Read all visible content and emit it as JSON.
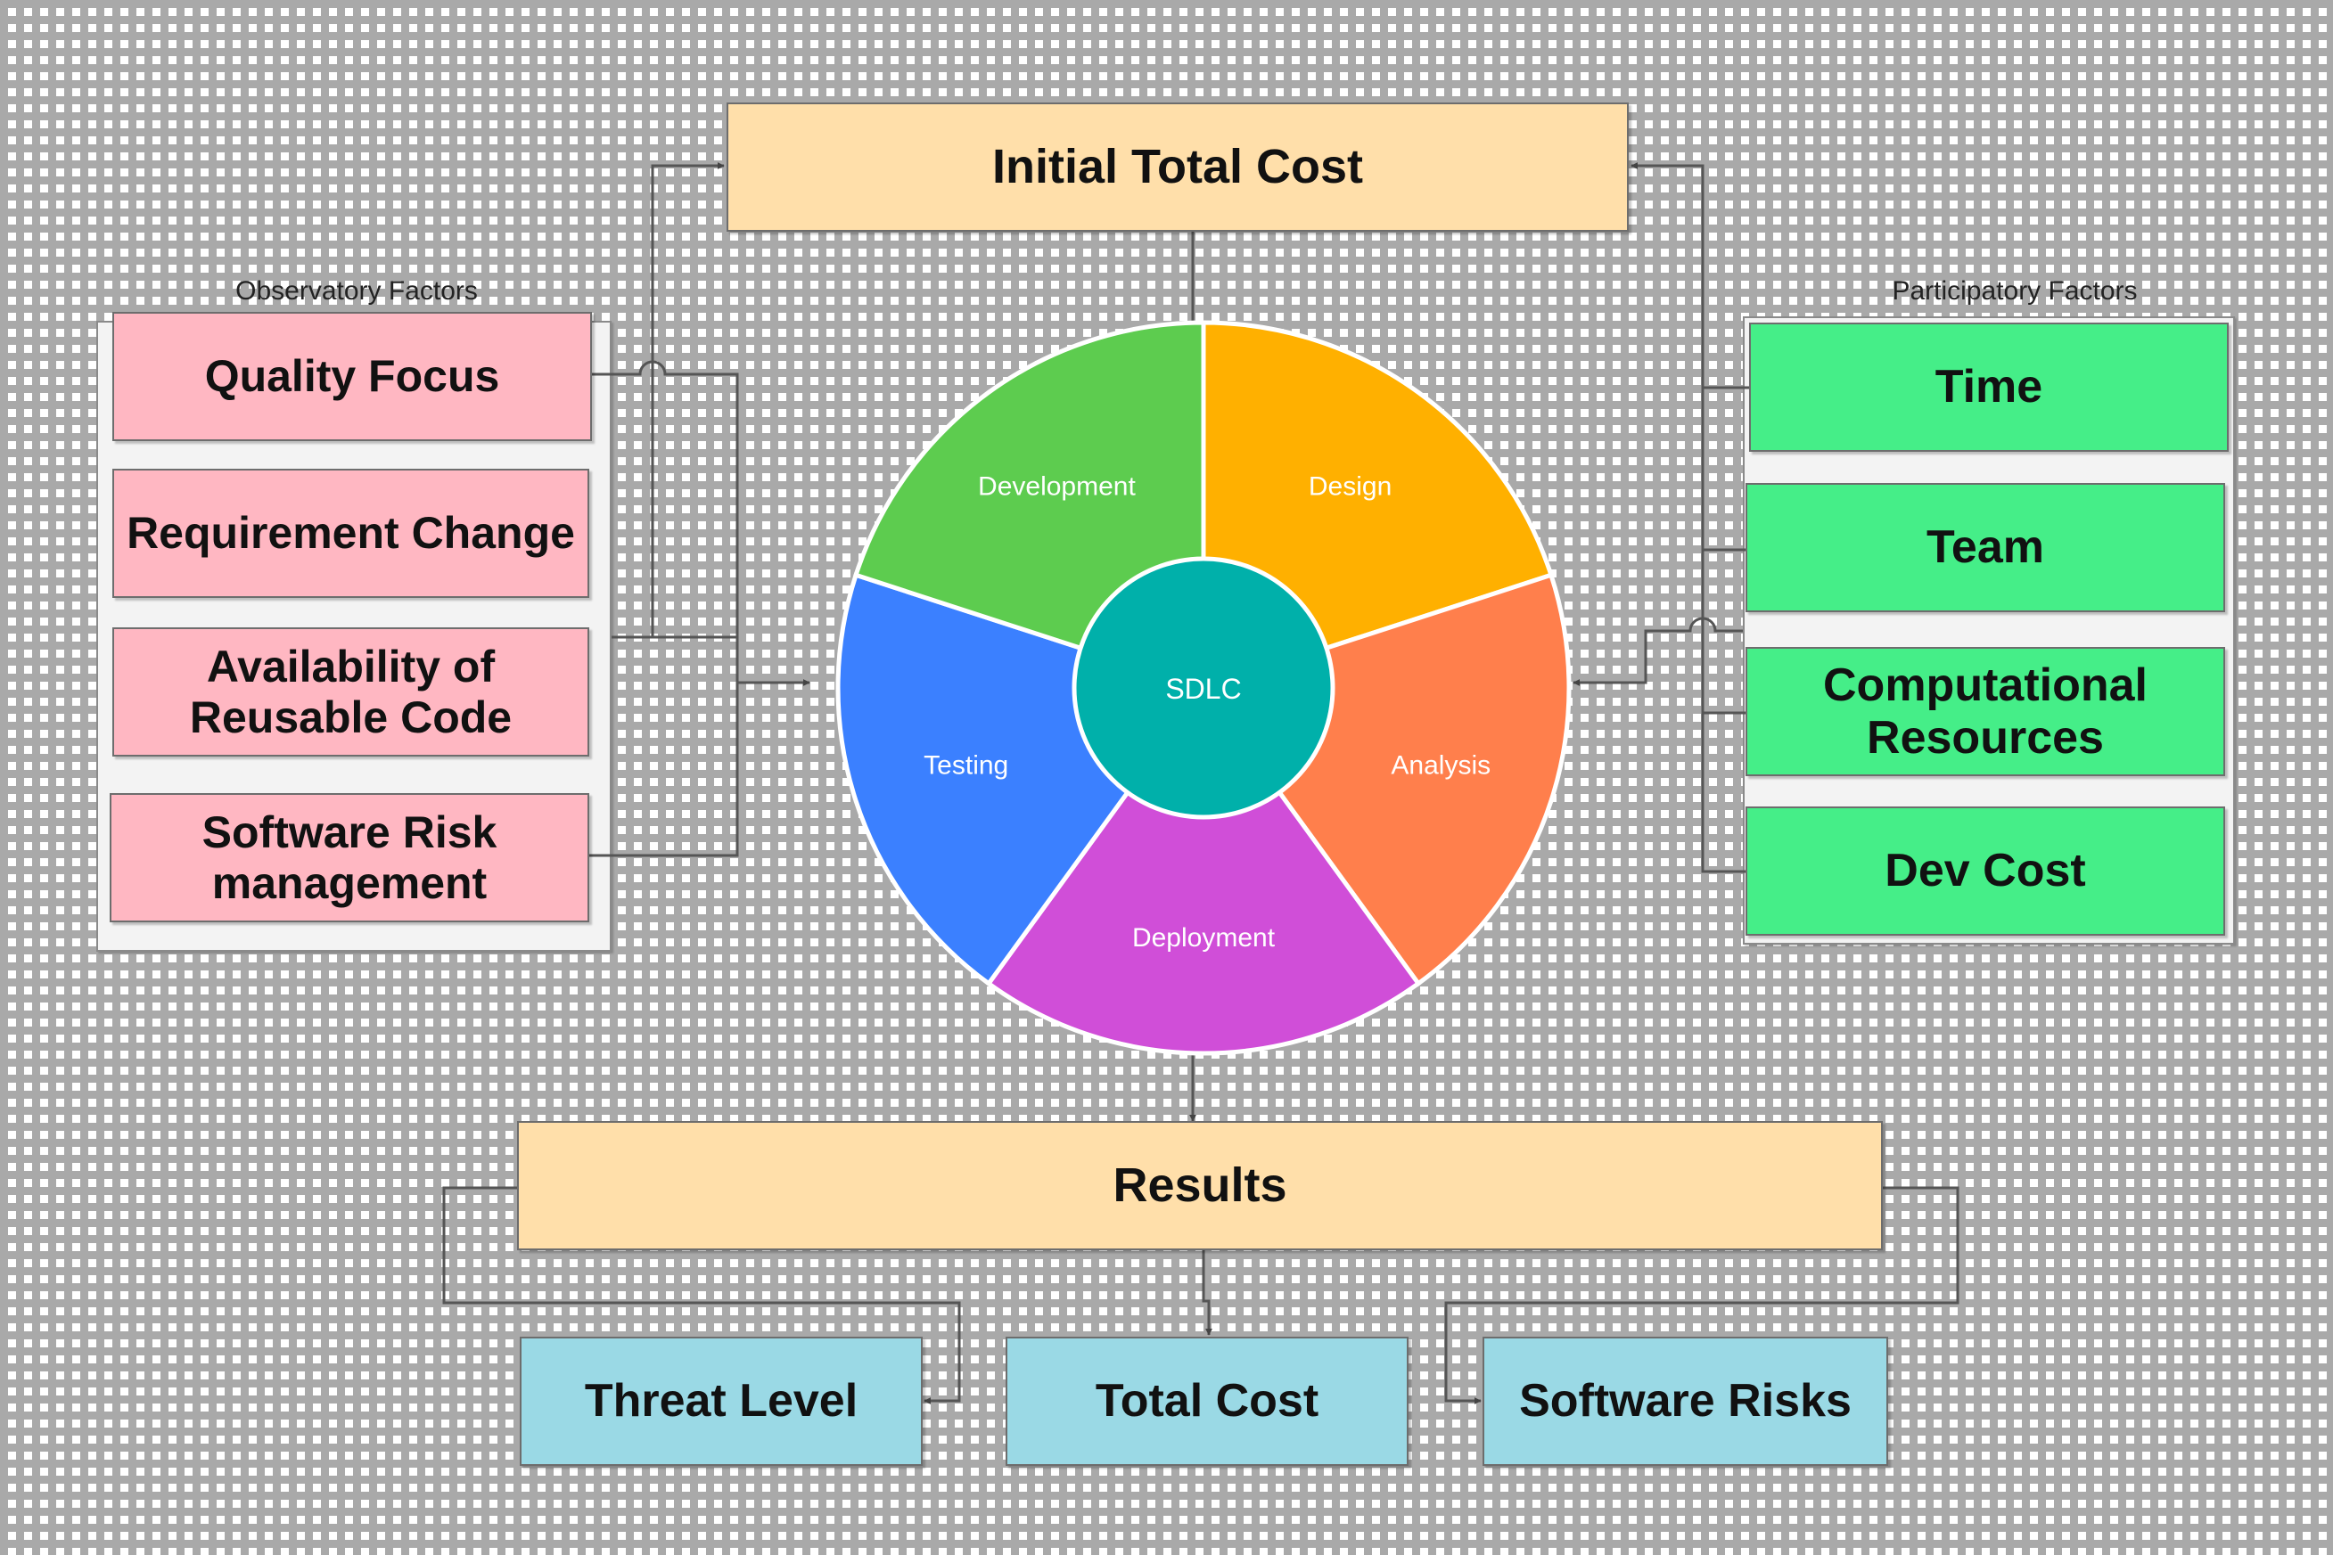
{
  "top_box": "Initial Total Cost",
  "observatory": {
    "caption": "Observatory Factors",
    "items": [
      "Quality Focus",
      "Requirement Change",
      "Availability of Reusable Code",
      "Software Risk management"
    ]
  },
  "participatory": {
    "caption": "Participatory Factors",
    "items": [
      "Time",
      "Team",
      "Computational Resources",
      "Dev Cost"
    ]
  },
  "cycle": {
    "center": "SDLC",
    "phases": [
      {
        "label": "Design",
        "color": "#ffb000"
      },
      {
        "label": "Analysis",
        "color": "#ff7f4c"
      },
      {
        "label": "Deployment",
        "color": "#d04ed8"
      },
      {
        "label": "Testing",
        "color": "#3b80ff"
      },
      {
        "label": "Development",
        "color": "#5dcc4f"
      }
    ],
    "center_color": "#00b0aa"
  },
  "results": {
    "title": "Results",
    "items": [
      "Threat Level",
      "Total Cost",
      "Software Risks"
    ]
  }
}
